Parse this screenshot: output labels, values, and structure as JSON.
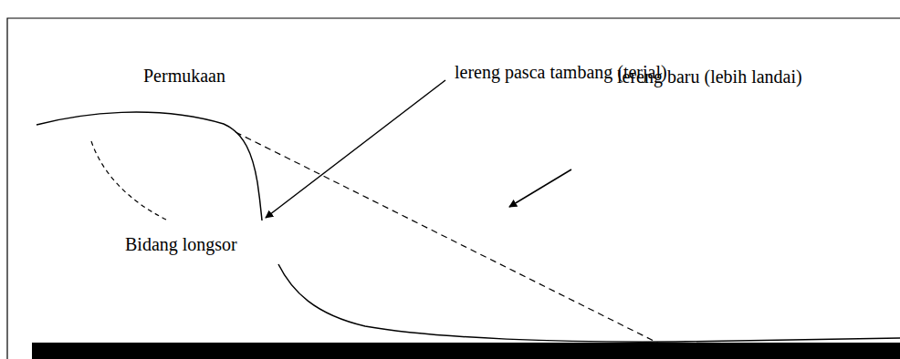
{
  "diagram": {
    "labels": [
      "Permukaan",
      "lereng pasca tambang (terjal)",
      "lereng baru (lebih landai)",
      "Bidang longsor"
    ]
  }
}
